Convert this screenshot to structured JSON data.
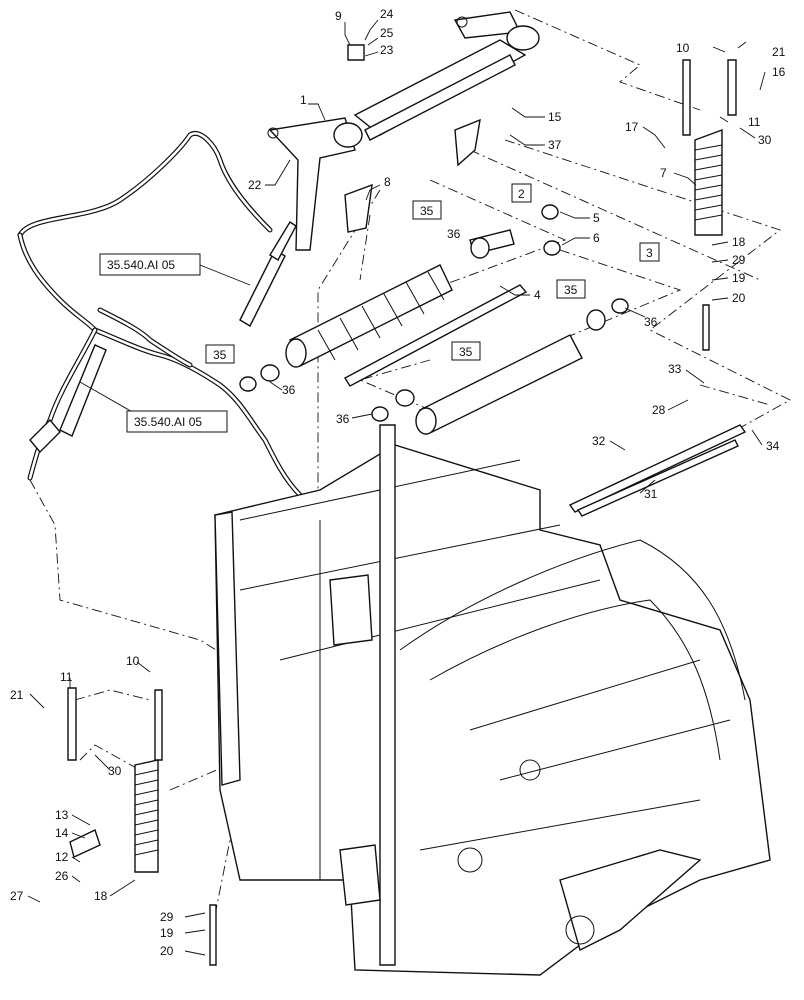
{
  "diagram": {
    "callouts": [
      "1",
      "2",
      "3",
      "4",
      "5",
      "6",
      "7",
      "8",
      "9",
      "10",
      "11",
      "12",
      "13",
      "14",
      "15",
      "16",
      "17",
      "18",
      "19",
      "20",
      "21",
      "22",
      "23",
      "24",
      "25",
      "26",
      "27",
      "28",
      "29",
      "30",
      "31",
      "32",
      "33",
      "34",
      "35",
      "36",
      "37"
    ],
    "group_boxes": {
      "box_2": "2",
      "box_3": "3",
      "box_35": "35"
    },
    "references": {
      "hydraulic_ref": "35.540.AI 05"
    }
  }
}
